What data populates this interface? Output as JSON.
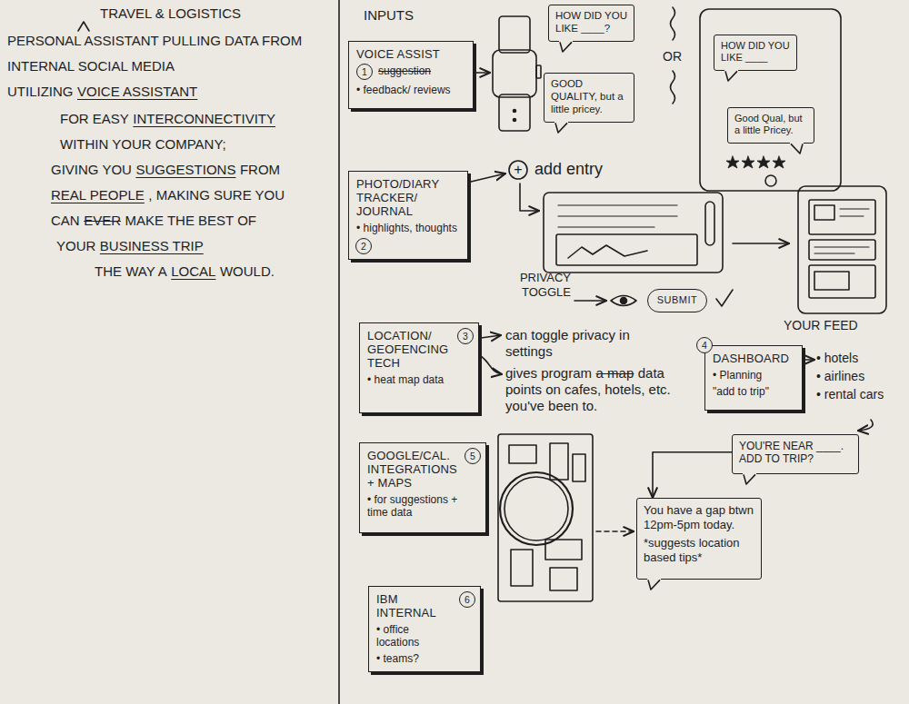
{
  "diagram": {
    "nodes": [
      {
        "text": [
          "VOICE ASSIST",
          "1",
          "suggestion",
          "• feedback/ reviews"
        ]
      },
      {
        "text": [
          "HOW DID YOU LIKE ____?"
        ]
      },
      {
        "text": [
          "GOOD QUALITY, but a little pricey."
        ]
      },
      {
        "text": [
          "HOW DID YOU LIKE ____"
        ]
      },
      {
        "text": [
          "Good Qual, but a little Pricey."
        ]
      },
      {
        "text": [
          "PHOTO/DIARY TRACKER/ JOURNAL",
          "• highlights, thoughts",
          "2"
        ]
      },
      {
        "text": [
          "SUBMIT"
        ]
      },
      {
        "text": [
          "LOCATION/ GEOFENCING TECH",
          "• heat map data",
          "3"
        ]
      },
      {
        "text": [
          "DASHBOARD",
          "• Planning",
          "\"add to trip\"",
          "4"
        ]
      },
      {
        "text": [
          "GOOGLE/CAL. INTEGRATIONS + MAPS",
          "• for suggestions + time data",
          "5"
        ]
      },
      {
        "text": [
          "YOU'RE NEAR ____. ADD TO TRIP?"
        ]
      },
      {
        "text": [
          "You have a gap btwn 12pm-5pm today.",
          "*suggests location based tips*"
        ]
      },
      {
        "text": [
          "IBM INTERNAL",
          "• office locations",
          "• teams?",
          "6"
        ]
      }
    ],
    "edges": [
      {
        "from": 10,
        "to": 11,
        "arrow": "to"
      }
    ],
    "labels": [
      "TRAVEL & LOGISTICS",
      "PERSONAL ASSISTANT PULLING DATA FROM",
      "INTERNAL SOCIAL MEDIA",
      "UTILIZING",
      "VOICE ASSISTANT",
      "FOR EASY",
      "INTERCONNECTIVITY",
      "WITHIN YOUR COMPANY;",
      "GIVING YOU",
      "SUGGESTIONS",
      "FROM",
      "REAL PEOPLE",
      ", MAKING SURE YOU",
      "CAN",
      "EVER",
      "MAKE THE BEST OF",
      "YOUR",
      "BUSINESS TRIP",
      "THE WAY A",
      "LOCAL",
      "WOULD.",
      "INPUTS",
      "OR",
      "+",
      "add entry",
      "PRIVACY TOGGLE",
      "YOUR FEED",
      "can toggle privacy in settings",
      "gives program",
      "a map",
      "data points on cafes, hotels, etc. you've been to.",
      "• hotels",
      "• airlines",
      "• rental cars"
    ]
  }
}
